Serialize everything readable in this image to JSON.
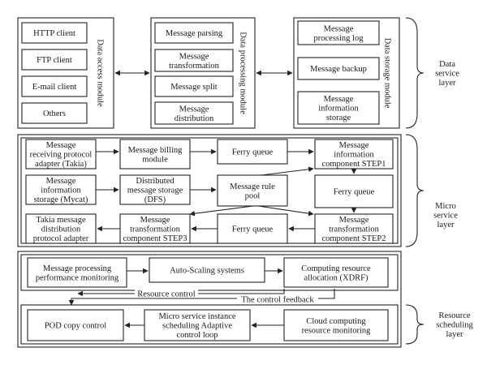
{
  "data_service": {
    "access_module": {
      "title": "Data access module",
      "items": [
        "HTTP client",
        "FTP client",
        "E-mail client",
        "Others"
      ]
    },
    "processing_module": {
      "title": "Data processing module",
      "items": [
        [
          "Message parsing"
        ],
        [
          "Message",
          "transformation"
        ],
        [
          "Message split"
        ],
        [
          "Message",
          "distribution"
        ]
      ]
    },
    "storage_module": {
      "title": "Data storage module",
      "items": [
        [
          "Message",
          "processing log"
        ],
        [
          "Message backup"
        ],
        [
          "Message",
          "information",
          "storage"
        ]
      ]
    },
    "layer_label": [
      "Data",
      "service",
      "layer"
    ]
  },
  "micro_service": {
    "boxes": {
      "receiving": [
        "Message",
        "receiving protocol",
        "adapter (Takia)"
      ],
      "billing": [
        "Message billing",
        "module"
      ],
      "ferry1": [
        "Ferry queue"
      ],
      "step1": [
        "Message",
        "information",
        "component STEP1"
      ],
      "mycat": [
        "Message",
        "information",
        "storage (Mycat)"
      ],
      "dfs": [
        "Distributed",
        "message storage",
        "(DFS)"
      ],
      "rule_pool": [
        "Message rule",
        "pool"
      ],
      "ferry2": [
        "Ferry queue"
      ],
      "takia_dist": [
        "Takia message",
        "distribution",
        "protocol adapter"
      ],
      "step3": [
        "Message",
        "transformation",
        "component STEP3"
      ],
      "ferry3": [
        "Ferry queue"
      ],
      "step2": [
        "Message",
        "transformation",
        "component STEP2"
      ]
    },
    "layer_label": [
      "Micro",
      "service",
      "layer"
    ]
  },
  "resource_scheduling": {
    "monitoring": [
      "Message processing",
      "performance monitoring"
    ],
    "autoscaling": [
      "Auto-Scaling systems"
    ],
    "allocation": [
      "Computing resource",
      "allocation (XDRF)"
    ],
    "resource_control": "Resource control",
    "control_feedback": "The control feedback",
    "pod": [
      "POD copy control"
    ],
    "scheduling": [
      "Micro service instance",
      "scheduling Adaptive",
      "control loop"
    ],
    "cloud_monitoring": [
      "Cloud computing",
      "resource monitoring"
    ],
    "layer_label": [
      "Resource",
      "scheduling",
      "layer"
    ]
  }
}
